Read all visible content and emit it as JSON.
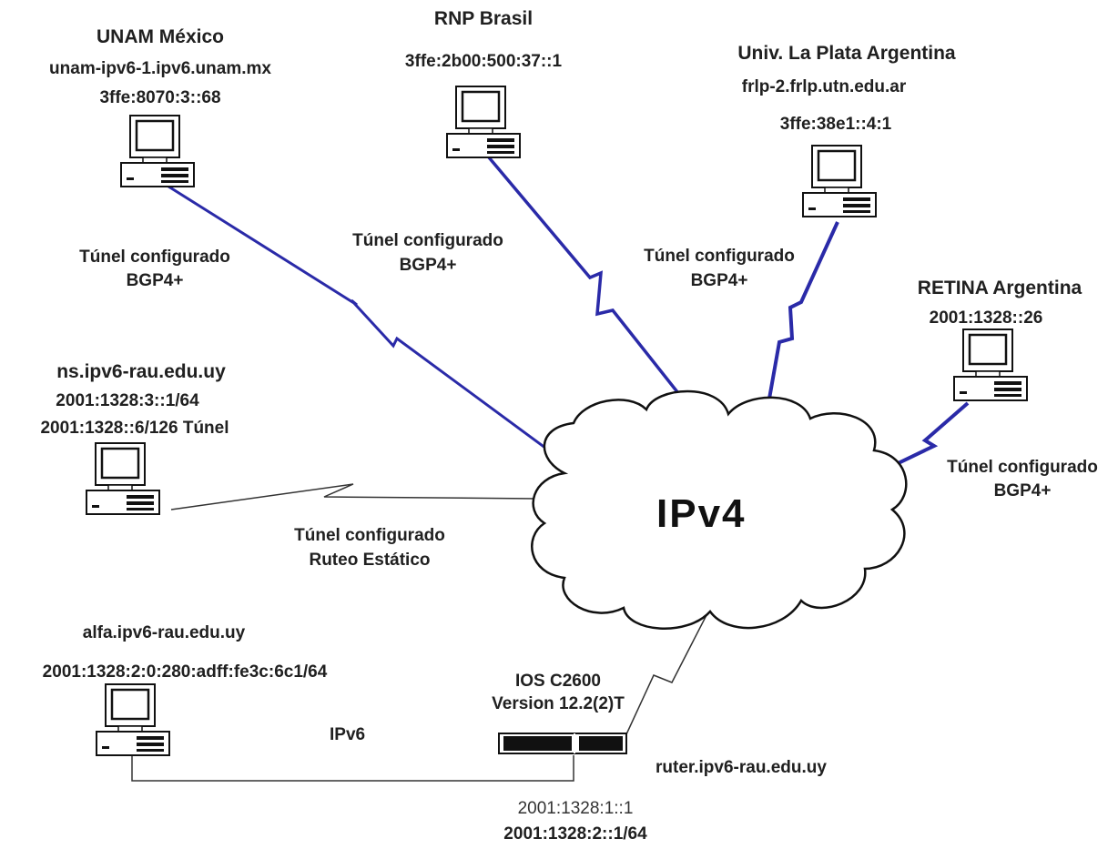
{
  "hosts": {
    "unam": {
      "name": "UNAM México",
      "host": "unam-ipv6-1.ipv6.unam.mx",
      "addr": "3ffe:8070:3::68"
    },
    "rnp": {
      "name": "RNP Brasil",
      "addr": "3ffe:2b00:500:37::1"
    },
    "laplata": {
      "name": "Univ. La Plata Argentina",
      "host": "frlp-2.frlp.utn.edu.ar",
      "addr": "3ffe:38e1::4:1"
    },
    "retina": {
      "name": "RETINA Argentina",
      "addr": "2001:1328::26"
    },
    "ns": {
      "host": "ns.ipv6-rau.edu.uy",
      "addr1": "2001:1328:3::1/64",
      "addr2": "2001:1328::6/126 Túnel"
    },
    "alfa": {
      "host": "alfa.ipv6-rau.edu.uy",
      "addr": "2001:1328:2:0:280:adff:fe3c:6c1/64"
    }
  },
  "router": {
    "model": "IOS C2600",
    "version": "Version 12.2(2)T",
    "host": "ruter.ipv6-rau.edu.uy",
    "addr1": "2001:1328:1::1",
    "addr2": "2001:1328:2::1/64"
  },
  "cloud": {
    "label": "IPv4"
  },
  "lan_label": "IPv6",
  "tunnels": {
    "unam": {
      "line1": "Túnel configurado",
      "line2": "BGP4+"
    },
    "rnp": {
      "line1": "Túnel configurado",
      "line2": "BGP4+"
    },
    "laplata": {
      "line1": "Túnel configurado",
      "line2": "BGP4+"
    },
    "retina": {
      "line1": "Túnel configurado",
      "line2": "BGP4+"
    },
    "ns": {
      "line1": "Túnel configurado",
      "line2": "Ruteo Estático"
    }
  },
  "colors": {
    "bgp_link": "#2a2aa8",
    "static_link": "#333333",
    "ink": "#1a1a1a"
  }
}
